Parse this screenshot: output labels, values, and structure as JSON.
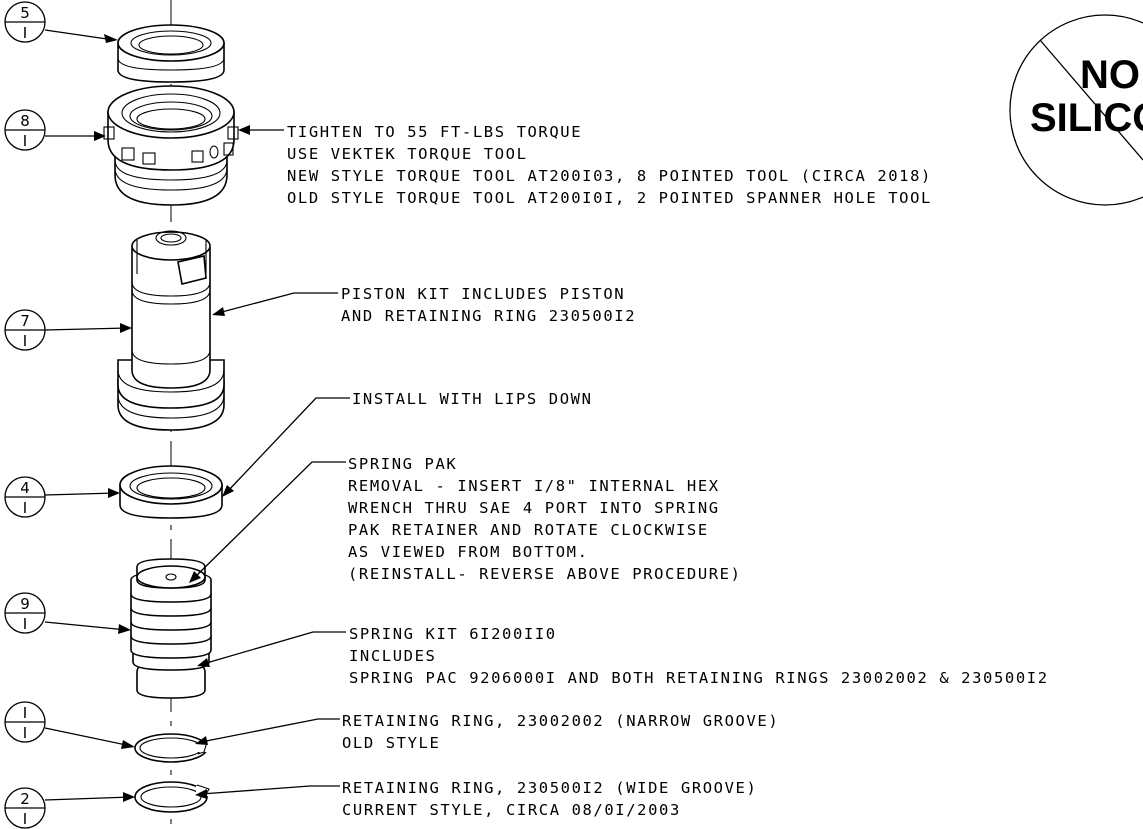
{
  "balloons": [
    {
      "id": "b5",
      "top": "5",
      "bottom": "I"
    },
    {
      "id": "b8",
      "top": "8",
      "bottom": "I"
    },
    {
      "id": "b7",
      "top": "7",
      "bottom": "I"
    },
    {
      "id": "b4",
      "top": "4",
      "bottom": "I"
    },
    {
      "id": "b9",
      "top": "9",
      "bottom": "I"
    },
    {
      "id": "b1",
      "top": "I",
      "bottom": "I"
    },
    {
      "id": "b2",
      "top": "2",
      "bottom": "I"
    }
  ],
  "notes": {
    "torque": [
      "TIGHTEN TO 55 FT-LBS TORQUE",
      "USE VEKTEK TORQUE TOOL",
      "NEW STYLE TORQUE TOOL AT200I03, 8 POINTED TOOL (CIRCA 2018)",
      "OLD STYLE TORQUE TOOL AT200I0I, 2 POINTED SPANNER HOLE TOOL"
    ],
    "piston": [
      "PISTON KIT INCLUDES PISTON",
      "AND RETAINING RING 230500I2"
    ],
    "install": [
      "INSTALL WITH LIPS DOWN"
    ],
    "spring_pak": [
      "SPRING PAK",
      "REMOVAL - INSERT I/8\" INTERNAL HEX",
      "WRENCH THRU SAE 4 PORT INTO SPRING",
      "PAK RETAINER AND ROTATE CLOCKWISE",
      "AS VIEWED FROM BOTTOM.",
      "(REINSTALL- REVERSE ABOVE PROCEDURE)"
    ],
    "spring_kit": [
      "SPRING KIT 6I200II0",
      "INCLUDES",
      "SPRING PAC 9206000I AND BOTH RETAINING RINGS 23002002 & 230500I2"
    ],
    "ring_narrow": [
      "RETAINING RING, 23002002 (NARROW GROOVE)",
      "OLD STYLE"
    ],
    "ring_wide": [
      "RETAINING RING, 230500I2 (WIDE GROOVE)",
      "CURRENT STYLE, CIRCA 08/0I/2003"
    ]
  },
  "warning": {
    "line1": "NO",
    "line2": "SILICO"
  }
}
